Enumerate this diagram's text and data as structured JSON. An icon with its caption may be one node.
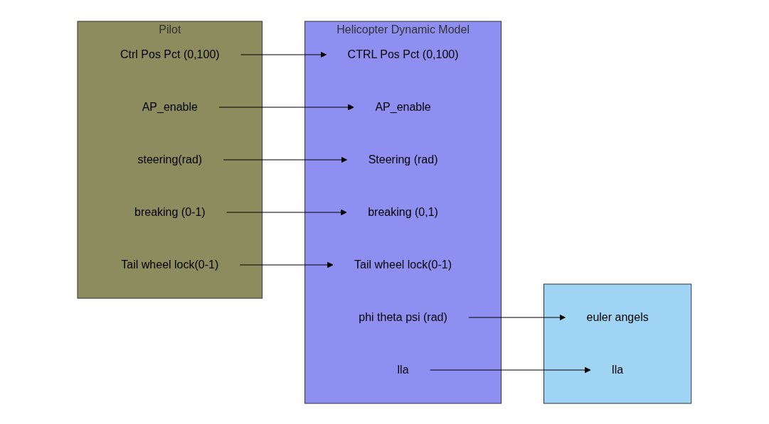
{
  "diagram": {
    "nodes": [
      {
        "text": [
          "Pilot"
        ]
      },
      {
        "text": [
          "Ctrl Pos Pct (0,100)"
        ],
        "in": 0
      },
      {
        "text": [
          "AP_enable"
        ],
        "in": 0
      },
      {
        "text": [
          "steering(rad)"
        ],
        "in": 0
      },
      {
        "text": [
          "breaking (0-1)"
        ],
        "in": 0
      },
      {
        "text": [
          "Tail wheel lock(0-1)"
        ],
        "in": 0
      },
      {
        "text": [
          "Helicopter Dynamic Model"
        ]
      },
      {
        "text": [
          "CTRL Pos Pct (0,100)"
        ],
        "in": 6
      },
      {
        "text": [
          "AP_enable"
        ],
        "in": 6
      },
      {
        "text": [
          "Steering (rad)"
        ],
        "in": 6
      },
      {
        "text": [
          "breaking (0,1)"
        ],
        "in": 6
      },
      {
        "text": [
          "Tail wheel lock(0-1)"
        ],
        "in": 6
      },
      {
        "text": [
          "phi theta psi (rad)"
        ],
        "in": 6
      },
      {
        "text": [
          "lla"
        ],
        "in": 6
      },
      {
        "text": [],
        "shape": "box"
      },
      {
        "text": [
          "euler angels"
        ],
        "in": 14
      },
      {
        "text": [
          "lla"
        ],
        "in": 14
      }
    ],
    "edges": [
      {
        "from": 1,
        "to": 7,
        "arrow": "to"
      },
      {
        "from": 2,
        "to": 8,
        "arrow": "to"
      },
      {
        "from": 3,
        "to": 9,
        "arrow": "to"
      },
      {
        "from": 4,
        "to": 10,
        "arrow": "to"
      },
      {
        "from": 5,
        "to": 11,
        "arrow": "to"
      },
      {
        "from": 12,
        "to": 15,
        "arrow": "to"
      },
      {
        "from": 13,
        "to": 16,
        "arrow": "to"
      }
    ]
  }
}
